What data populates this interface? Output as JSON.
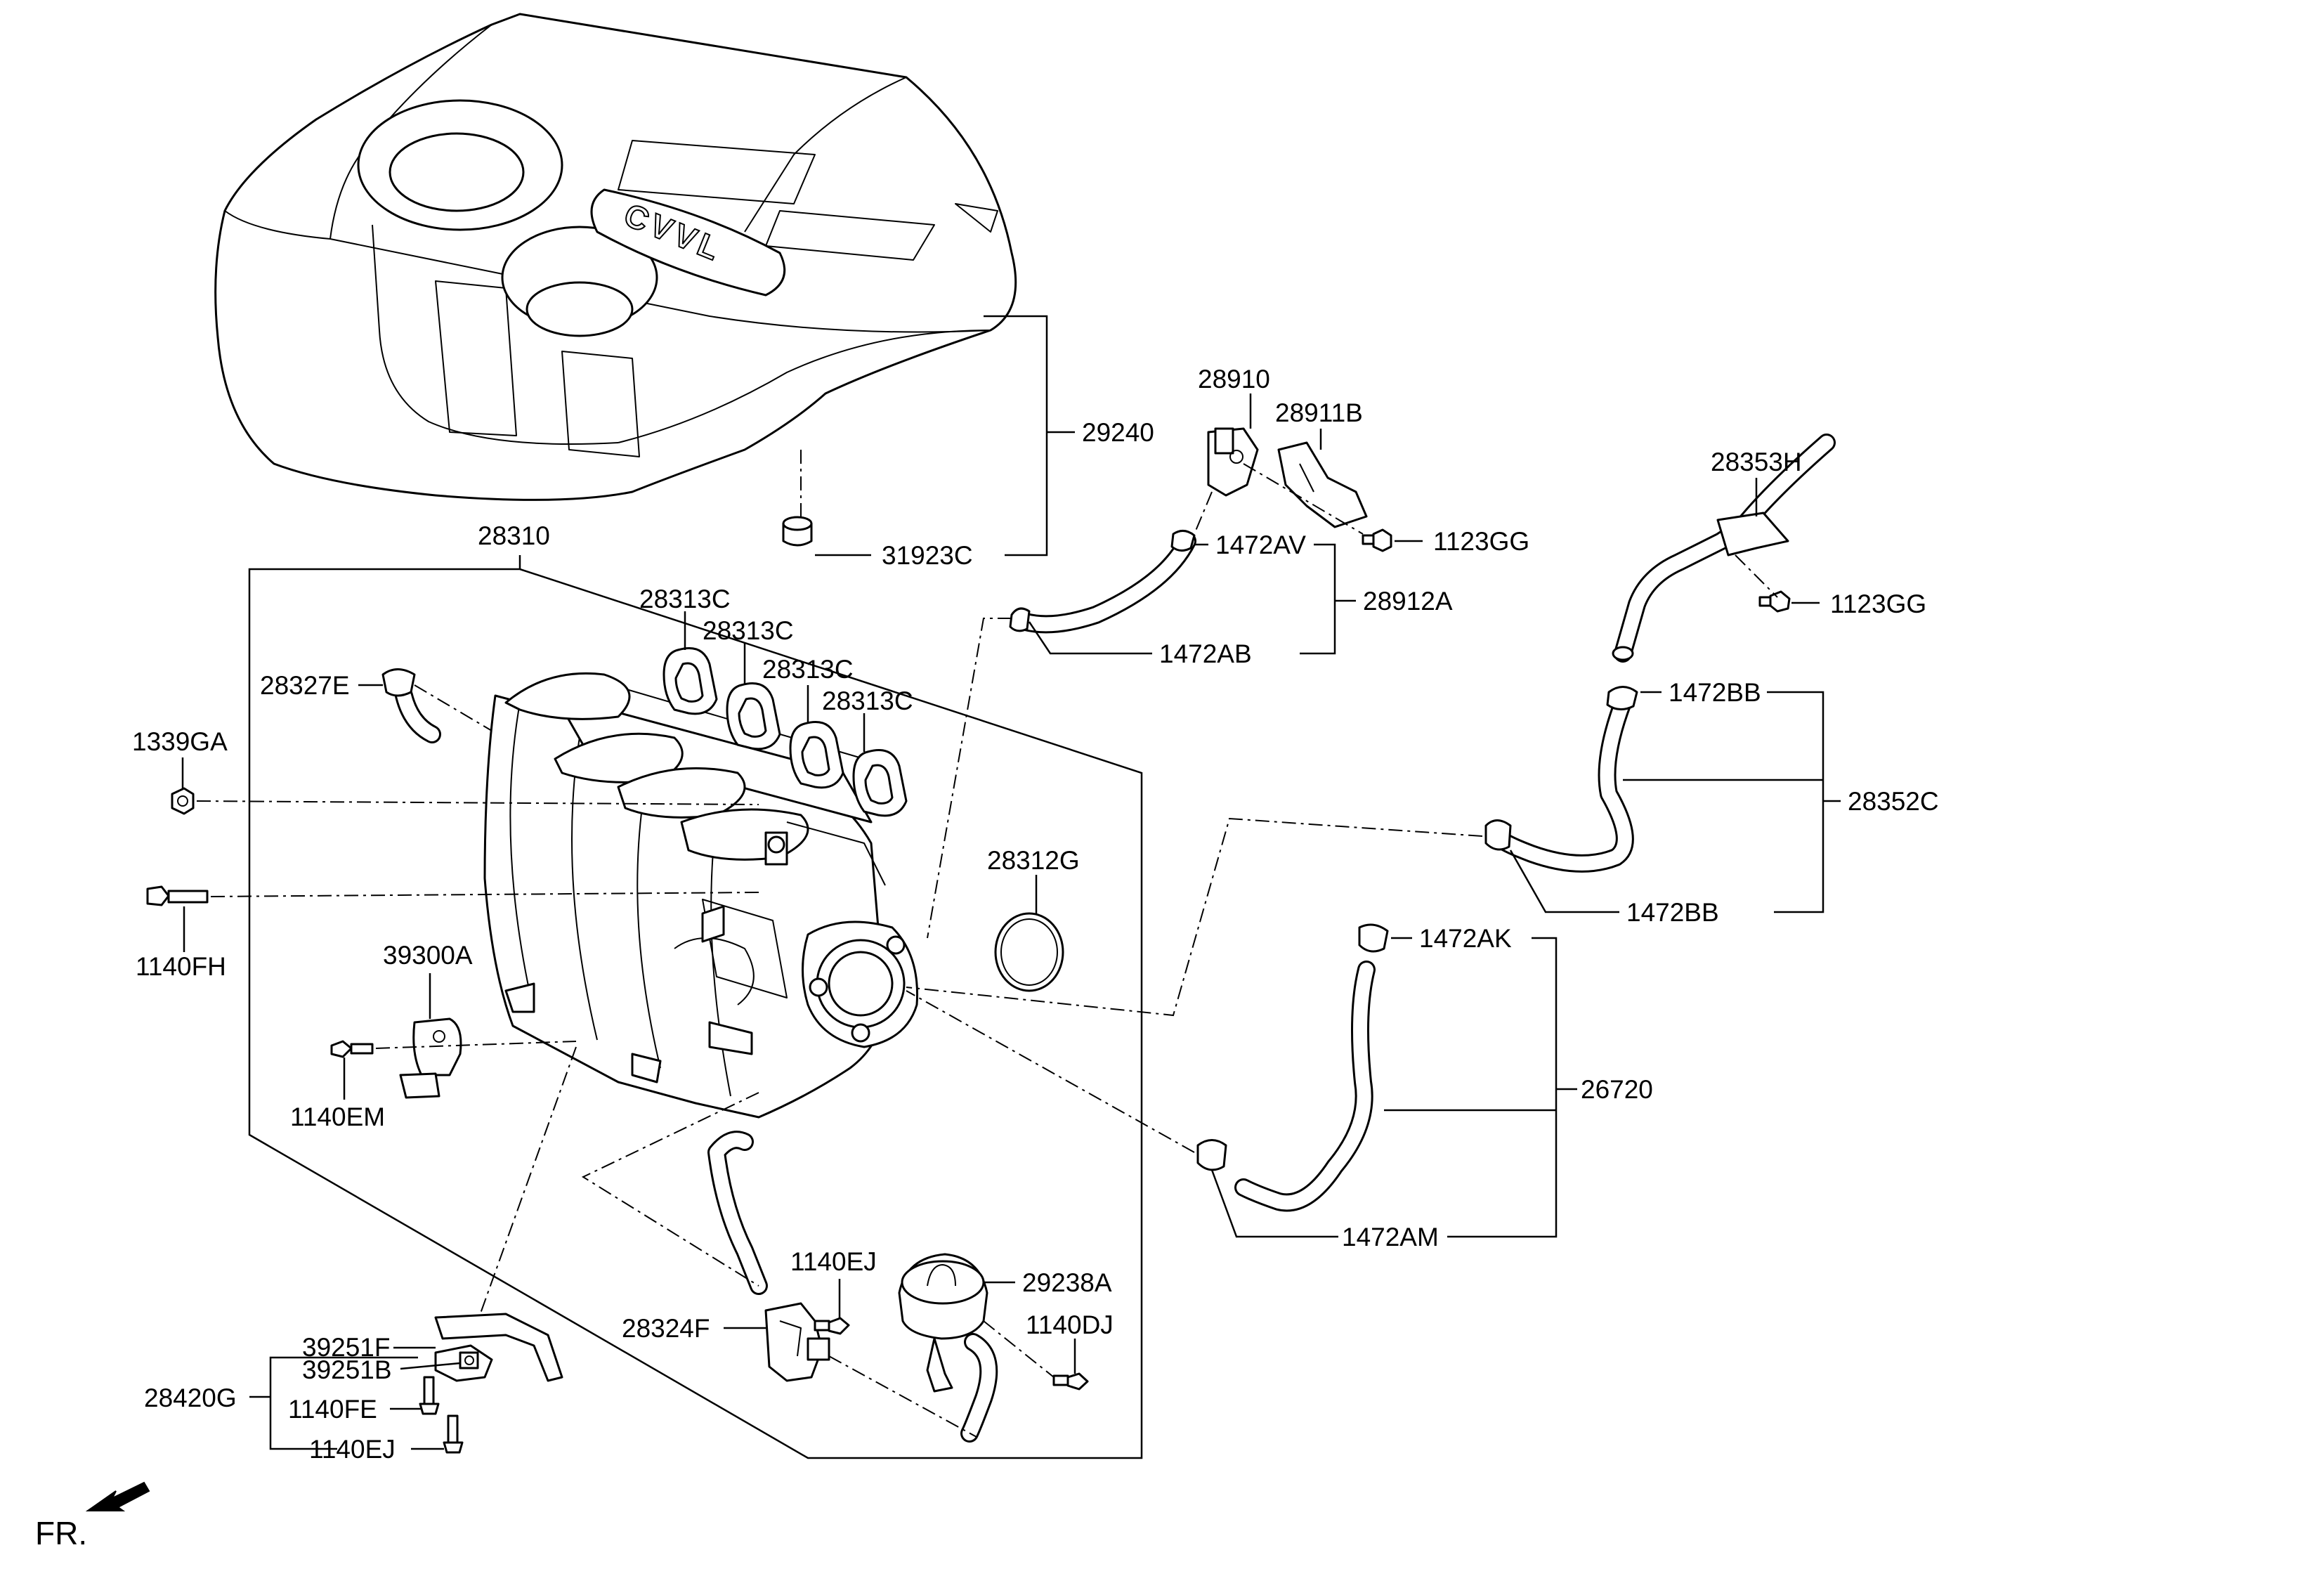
{
  "labels": {
    "p29240": "29240",
    "p31923C": "31923C",
    "p28310": "28310",
    "p28910": "28910",
    "p28911B": "28911B",
    "p1123GG_a": "1123GG",
    "p1472AV": "1472AV",
    "p28912A": "28912A",
    "p1472AB": "1472AB",
    "p28353H": "28353H",
    "p1123GG_b": "1123GG",
    "p1472BB_a": "1472BB",
    "p28352C": "28352C",
    "p1472BB_b": "1472BB",
    "p28313C_1": "28313C",
    "p28313C_2": "28313C",
    "p28313C_3": "28313C",
    "p28313C_4": "28313C",
    "p28327E": "28327E",
    "p1339GA": "1339GA",
    "p1140FH": "1140FH",
    "p28312G": "28312G",
    "p39300A": "39300A",
    "p1140EM": "1140EM",
    "p1472AK": "1472AK",
    "p26720": "26720",
    "p1472AM": "1472AM",
    "p1140EJ_a": "1140EJ",
    "p29238A": "29238A",
    "p28324F": "28324F",
    "p1140DJ": "1140DJ",
    "p39251F": "39251F",
    "p39251B": "39251B",
    "p28420G": "28420G",
    "p1140FE": "1140FE",
    "p1140EJ_b": "1140EJ",
    "cover_emblem": "CVVL",
    "front_marker": "FR."
  },
  "icons": {
    "front_arrow": "front-direction-arrow-icon"
  },
  "colors": {
    "line": "#000000",
    "background": "#ffffff"
  }
}
